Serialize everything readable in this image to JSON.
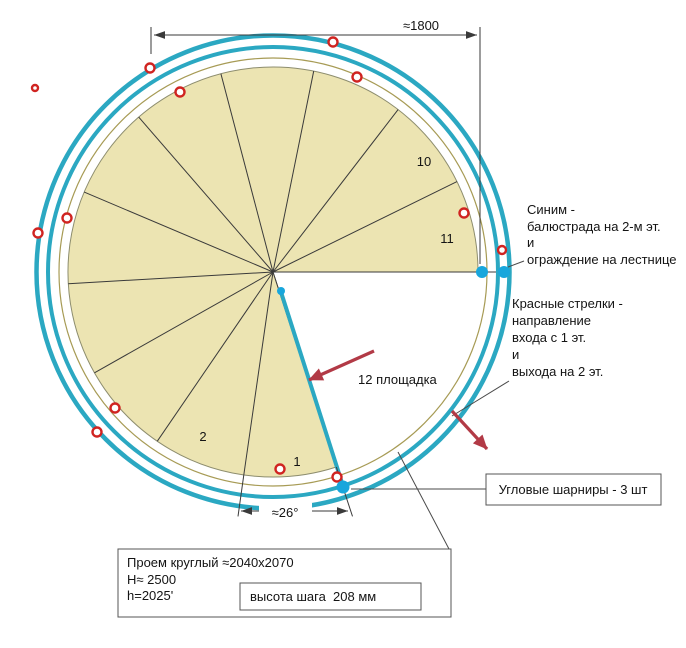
{
  "dimensions": {
    "diameter": "≈1800",
    "step_angle": "≈26°"
  },
  "steps": {
    "s1": "1",
    "s2": "2",
    "s10": "10",
    "s11": "11",
    "landing": "12 площадка"
  },
  "notes": {
    "blue": [
      "Синим -",
      "балюстрада на 2-м эт.",
      "и",
      "ограждение на лестнице"
    ],
    "red": [
      "Красные стрелки -",
      "направление",
      "входа с 1 эт.",
      "и",
      "выхода на 2 эт."
    ],
    "hinges": "Угловые шарниры - 3 шт",
    "opening": [
      "Проем круглый ≈2040x2070",
      "H≈ 2500",
      "h=2025'"
    ],
    "step_height": "высота шага  208 мм"
  },
  "colors": {
    "railing": "#2ba8c2",
    "hinge": "#18a6dc",
    "tread": "#ece4b2",
    "tread_edge": "#8d8d6e",
    "opening": "#a79b55",
    "marker": "#d02421",
    "arrow": "#b23a46",
    "line": "#3a3a3a",
    "text": "#141414",
    "box_border": "#555555"
  }
}
